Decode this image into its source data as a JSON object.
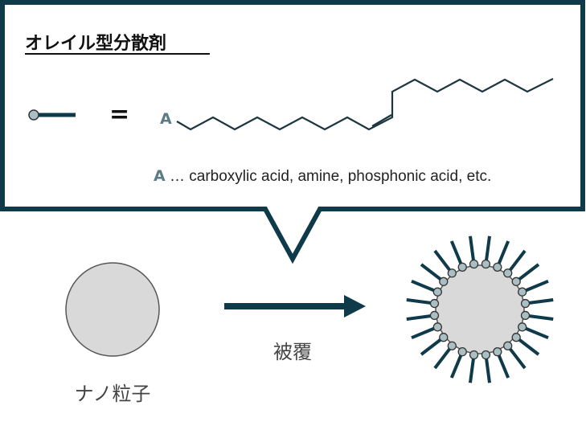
{
  "title": "オレイル型分散剤",
  "equals_sign": "=",
  "chain_end_label": "A",
  "note_prefix": "A",
  "note_text": " … carboxylic acid, amine, phosphonic acid, etc.",
  "nanoparticle_label": "ナノ粒子",
  "process_label": "被覆",
  "colors": {
    "frame": "#0e3a4a",
    "ligand": "#0e3a4a",
    "chain": "#1c3640",
    "head_fill": "#aabfc4",
    "particle_fill": "#d9d9d9",
    "particle_stroke": "#555555",
    "label_a": "#5b7b86"
  },
  "ligand_count": 24
}
